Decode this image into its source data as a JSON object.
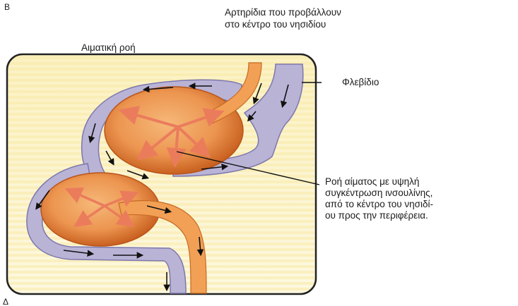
{
  "corner_top": "Β",
  "corner_bottom": "Δ",
  "labels": {
    "blood_flow": "Αιματική ροή",
    "arterioles_line1": "Αρτηρίδια που προβάλλουν",
    "arterioles_line2": "στο κέντρο του νησιδίου",
    "venule": "Φλεβίδιο",
    "flow_line1": "Ροή αίματος με υψηλή",
    "flow_line2": "συγκέντρωση ινσουλίνης,",
    "flow_line3": "από το κέντρο του νησιδί-",
    "flow_line4": "ου προς την περιφέρεια."
  },
  "colors": {
    "background_gradient_start": "#fbf3c8",
    "background_gradient_end": "#fdf9e3",
    "islet_core": "#f0a060",
    "islet_edge": "#c85a18",
    "arteriole": "#f2a055",
    "vein_fill": "#b9b3d6",
    "vein_stroke": "#8a84b8",
    "flow_arrow": "#ea7c5c"
  }
}
